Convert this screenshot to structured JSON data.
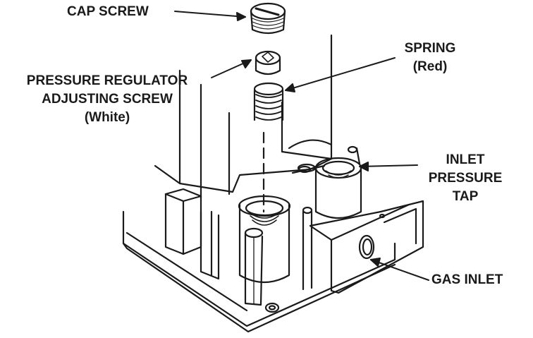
{
  "labels": {
    "cap_screw": "CAP SCREW",
    "regulator_line1": "PRESSURE REGULATOR",
    "regulator_line2": "ADJUSTING SCREW",
    "regulator_line3": "(White)",
    "spring_line1": "SPRING",
    "spring_line2": "(Red)",
    "inlet_line1": "INLET",
    "inlet_line2": "PRESSURE",
    "inlet_line3": "TAP",
    "gas_inlet": "GAS INLET"
  },
  "colors": {
    "ink": "#1a1a1a",
    "paper": "#ffffff",
    "shade": "#d8d8d8"
  }
}
